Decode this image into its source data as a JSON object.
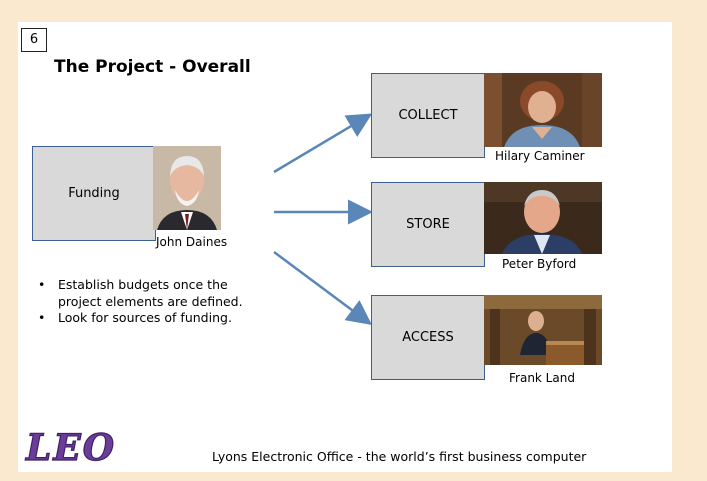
{
  "slide": {
    "number": "6",
    "title": "The Project - Overall"
  },
  "funding": {
    "label": "Funding",
    "person": "John Daines"
  },
  "branches": [
    {
      "label": "COLLECT",
      "person": "Hilary Caminer"
    },
    {
      "label": "STORE",
      "person": "Peter Byford"
    },
    {
      "label": "ACCESS",
      "person": "Frank Land"
    }
  ],
  "bullets": [
    "Establish budgets once the project elements  are defined.",
    "Look for sources of funding."
  ],
  "footer": {
    "logo_text": "LEO",
    "text": "Lyons Electronic Office - the world’s first business computer"
  },
  "colors": {
    "background": "#fbe9cf",
    "box_fill": "#d9d9d9",
    "box_border": "#3d5f8f",
    "arrow": "#5b87b8",
    "logo": "#6a3d9a"
  }
}
